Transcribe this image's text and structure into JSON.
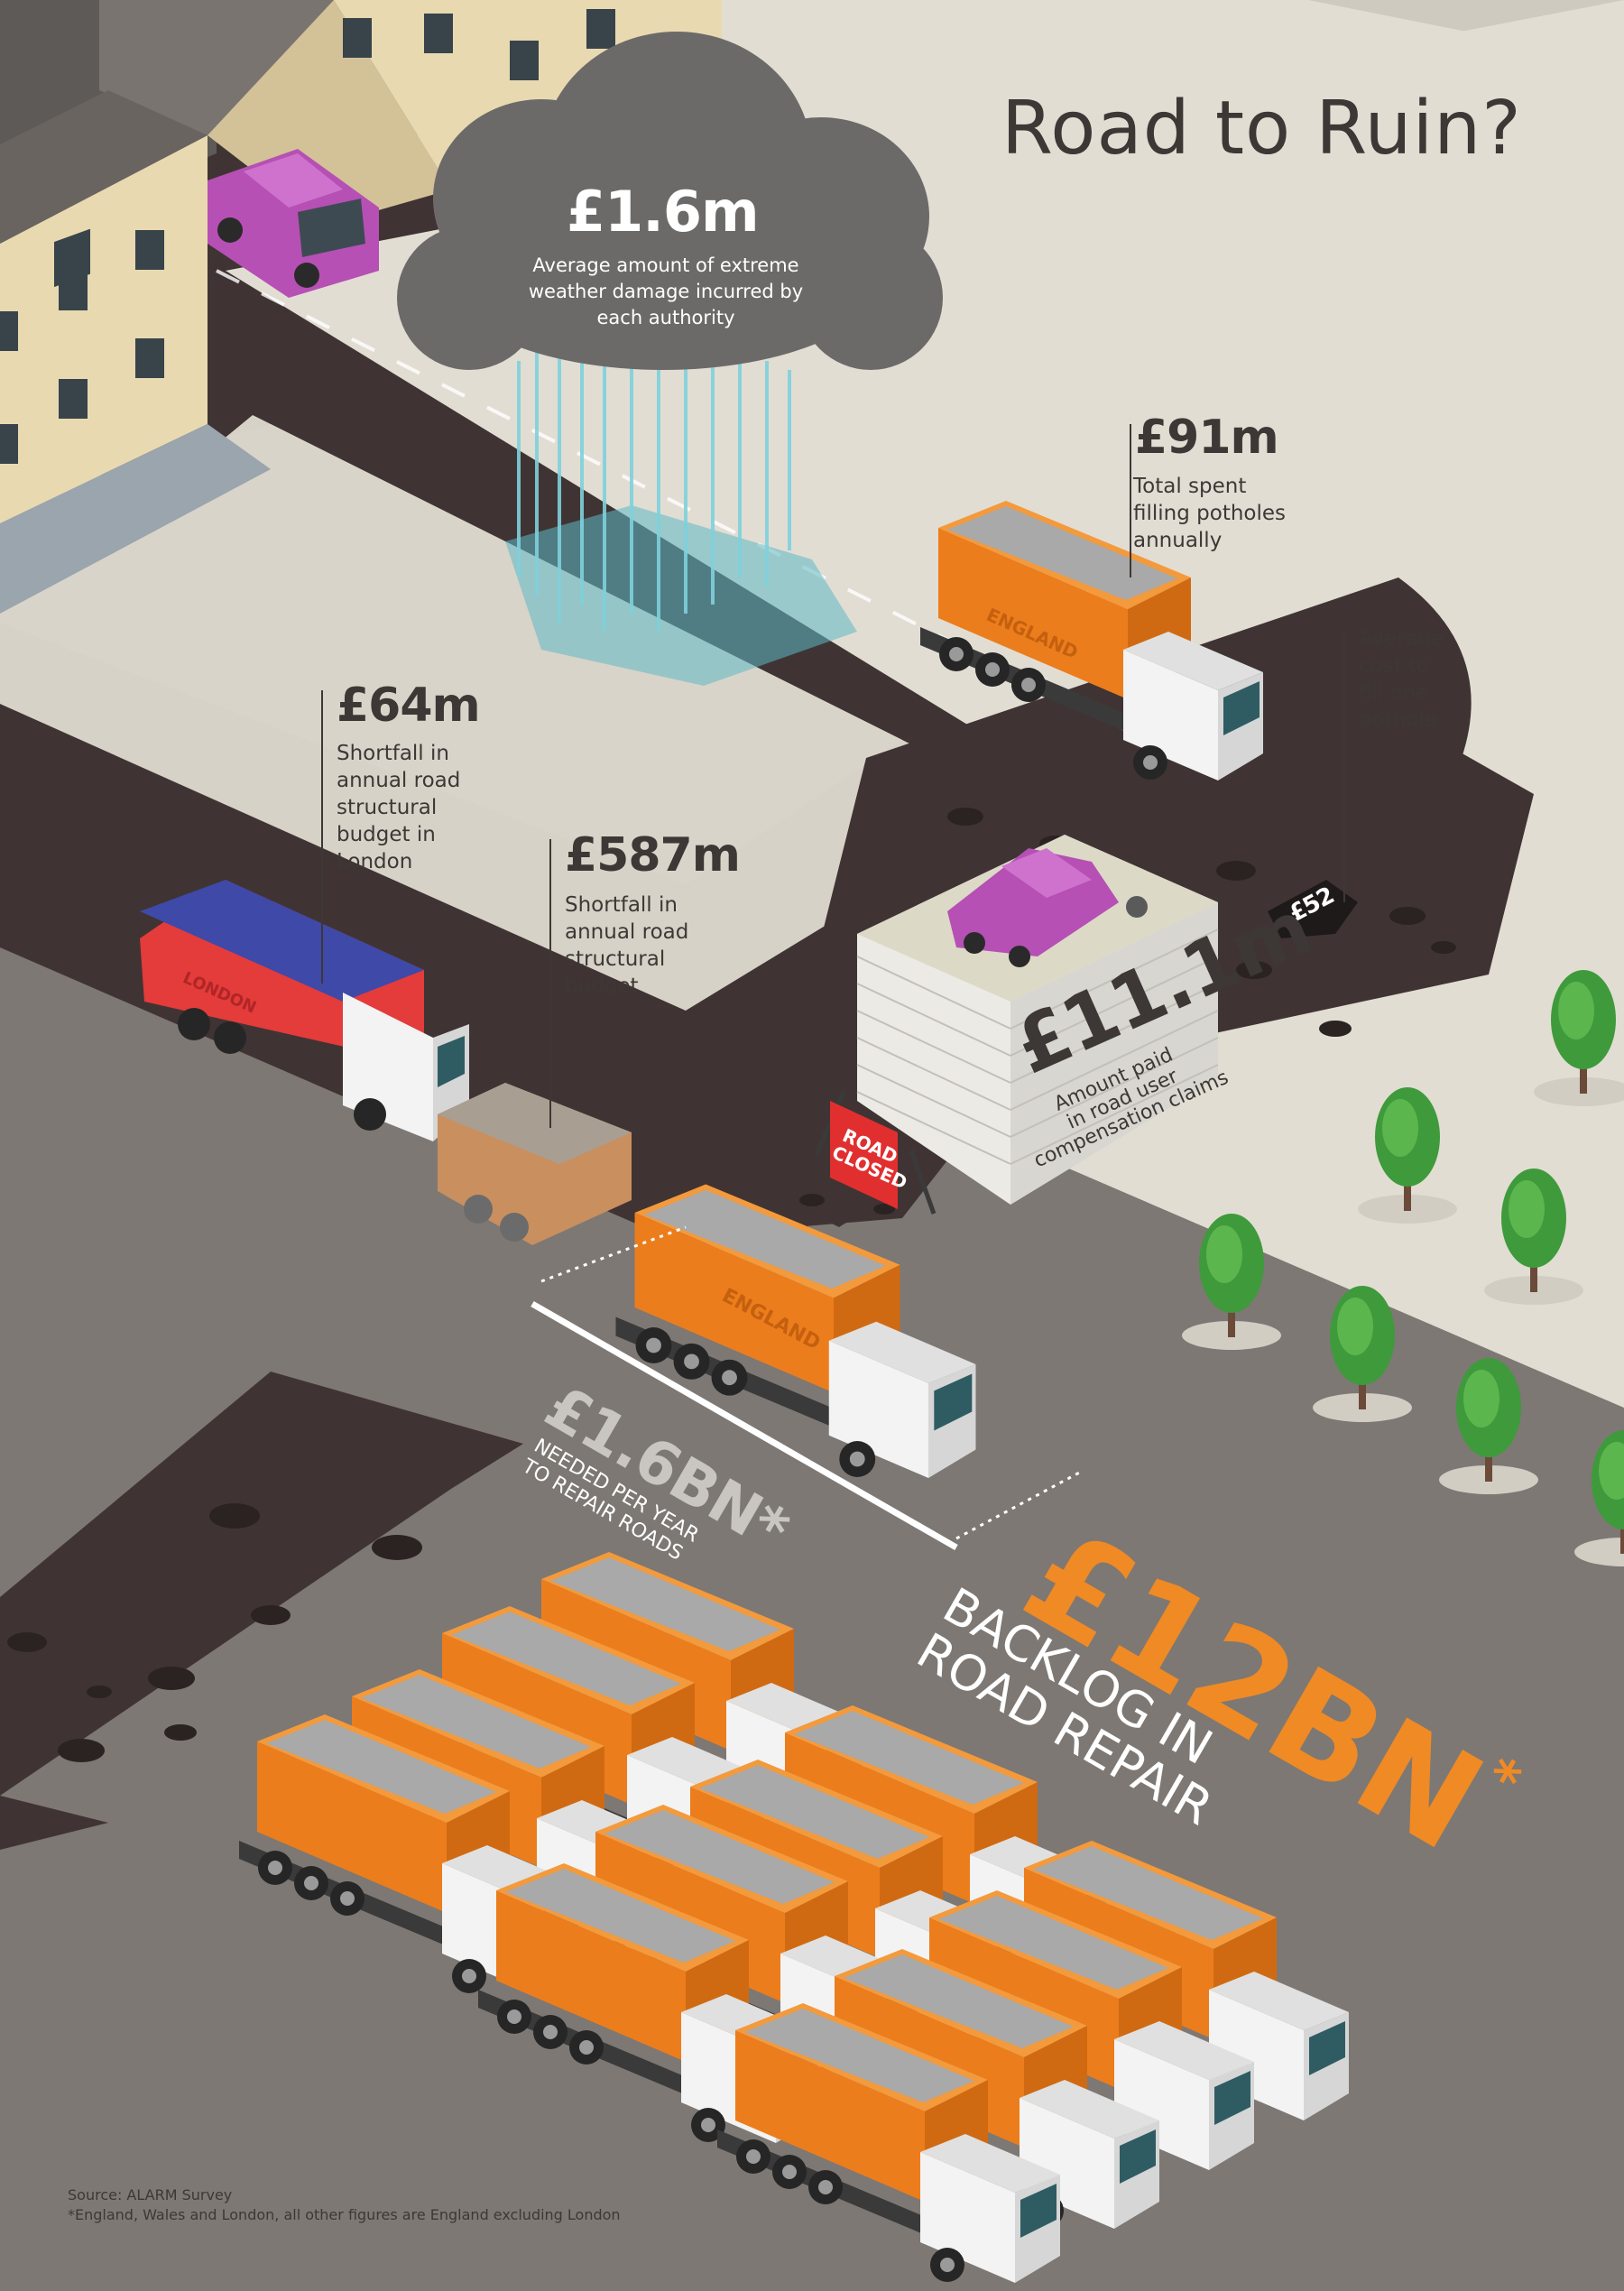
{
  "title": "Road to Ruin?",
  "stats": {
    "weather": {
      "value": "£1.6m",
      "caption_lines": [
        "Average amount of extreme",
        "weather damage incurred by",
        "each authority"
      ]
    },
    "potholes_total": {
      "value": "£91m",
      "caption_lines": [
        "Total spent",
        "filling potholes",
        "annually"
      ]
    },
    "pothole_cost": {
      "value": "£52",
      "caption_lines": [
        "Average",
        "cost to",
        "fill one",
        "pothole"
      ]
    },
    "london_shortfall": {
      "value": "£64m",
      "caption_lines": [
        "Shortfall in",
        "annual road",
        "structural",
        "budget in",
        "London"
      ]
    },
    "budget_shortfall": {
      "value": "£587m",
      "caption_lines": [
        "Shortfall in",
        "annual road",
        "structural",
        "budget"
      ]
    },
    "compensation": {
      "value": "£11.1m",
      "caption_lines": [
        "Amount paid",
        "in road user",
        "compensation claims"
      ]
    },
    "needed": {
      "value": "£1.6BN",
      "asterisk": "*",
      "caption_lines": [
        "NEEDED PER YEAR",
        "TO REPAIR ROADS"
      ]
    },
    "backlog": {
      "value": "£12BN",
      "asterisk": "*",
      "caption_lines": [
        "BACKLOG IN",
        "ROAD REPAIR"
      ]
    }
  },
  "labels": {
    "truck_england": "ENGLAND",
    "truck_london": "LONDON",
    "road_closed_lines": [
      "ROAD",
      "CLOSED"
    ]
  },
  "footer": {
    "source": "Source: ALARM Survey",
    "note": "*England, Wales and London, all other figures are England excluding London"
  },
  "colors": {
    "background": "#e2ddd3",
    "road_asphalt": "#7d7873",
    "road_dark": "#3f3433",
    "orange": "#f08a24",
    "text": "#3d3835"
  }
}
